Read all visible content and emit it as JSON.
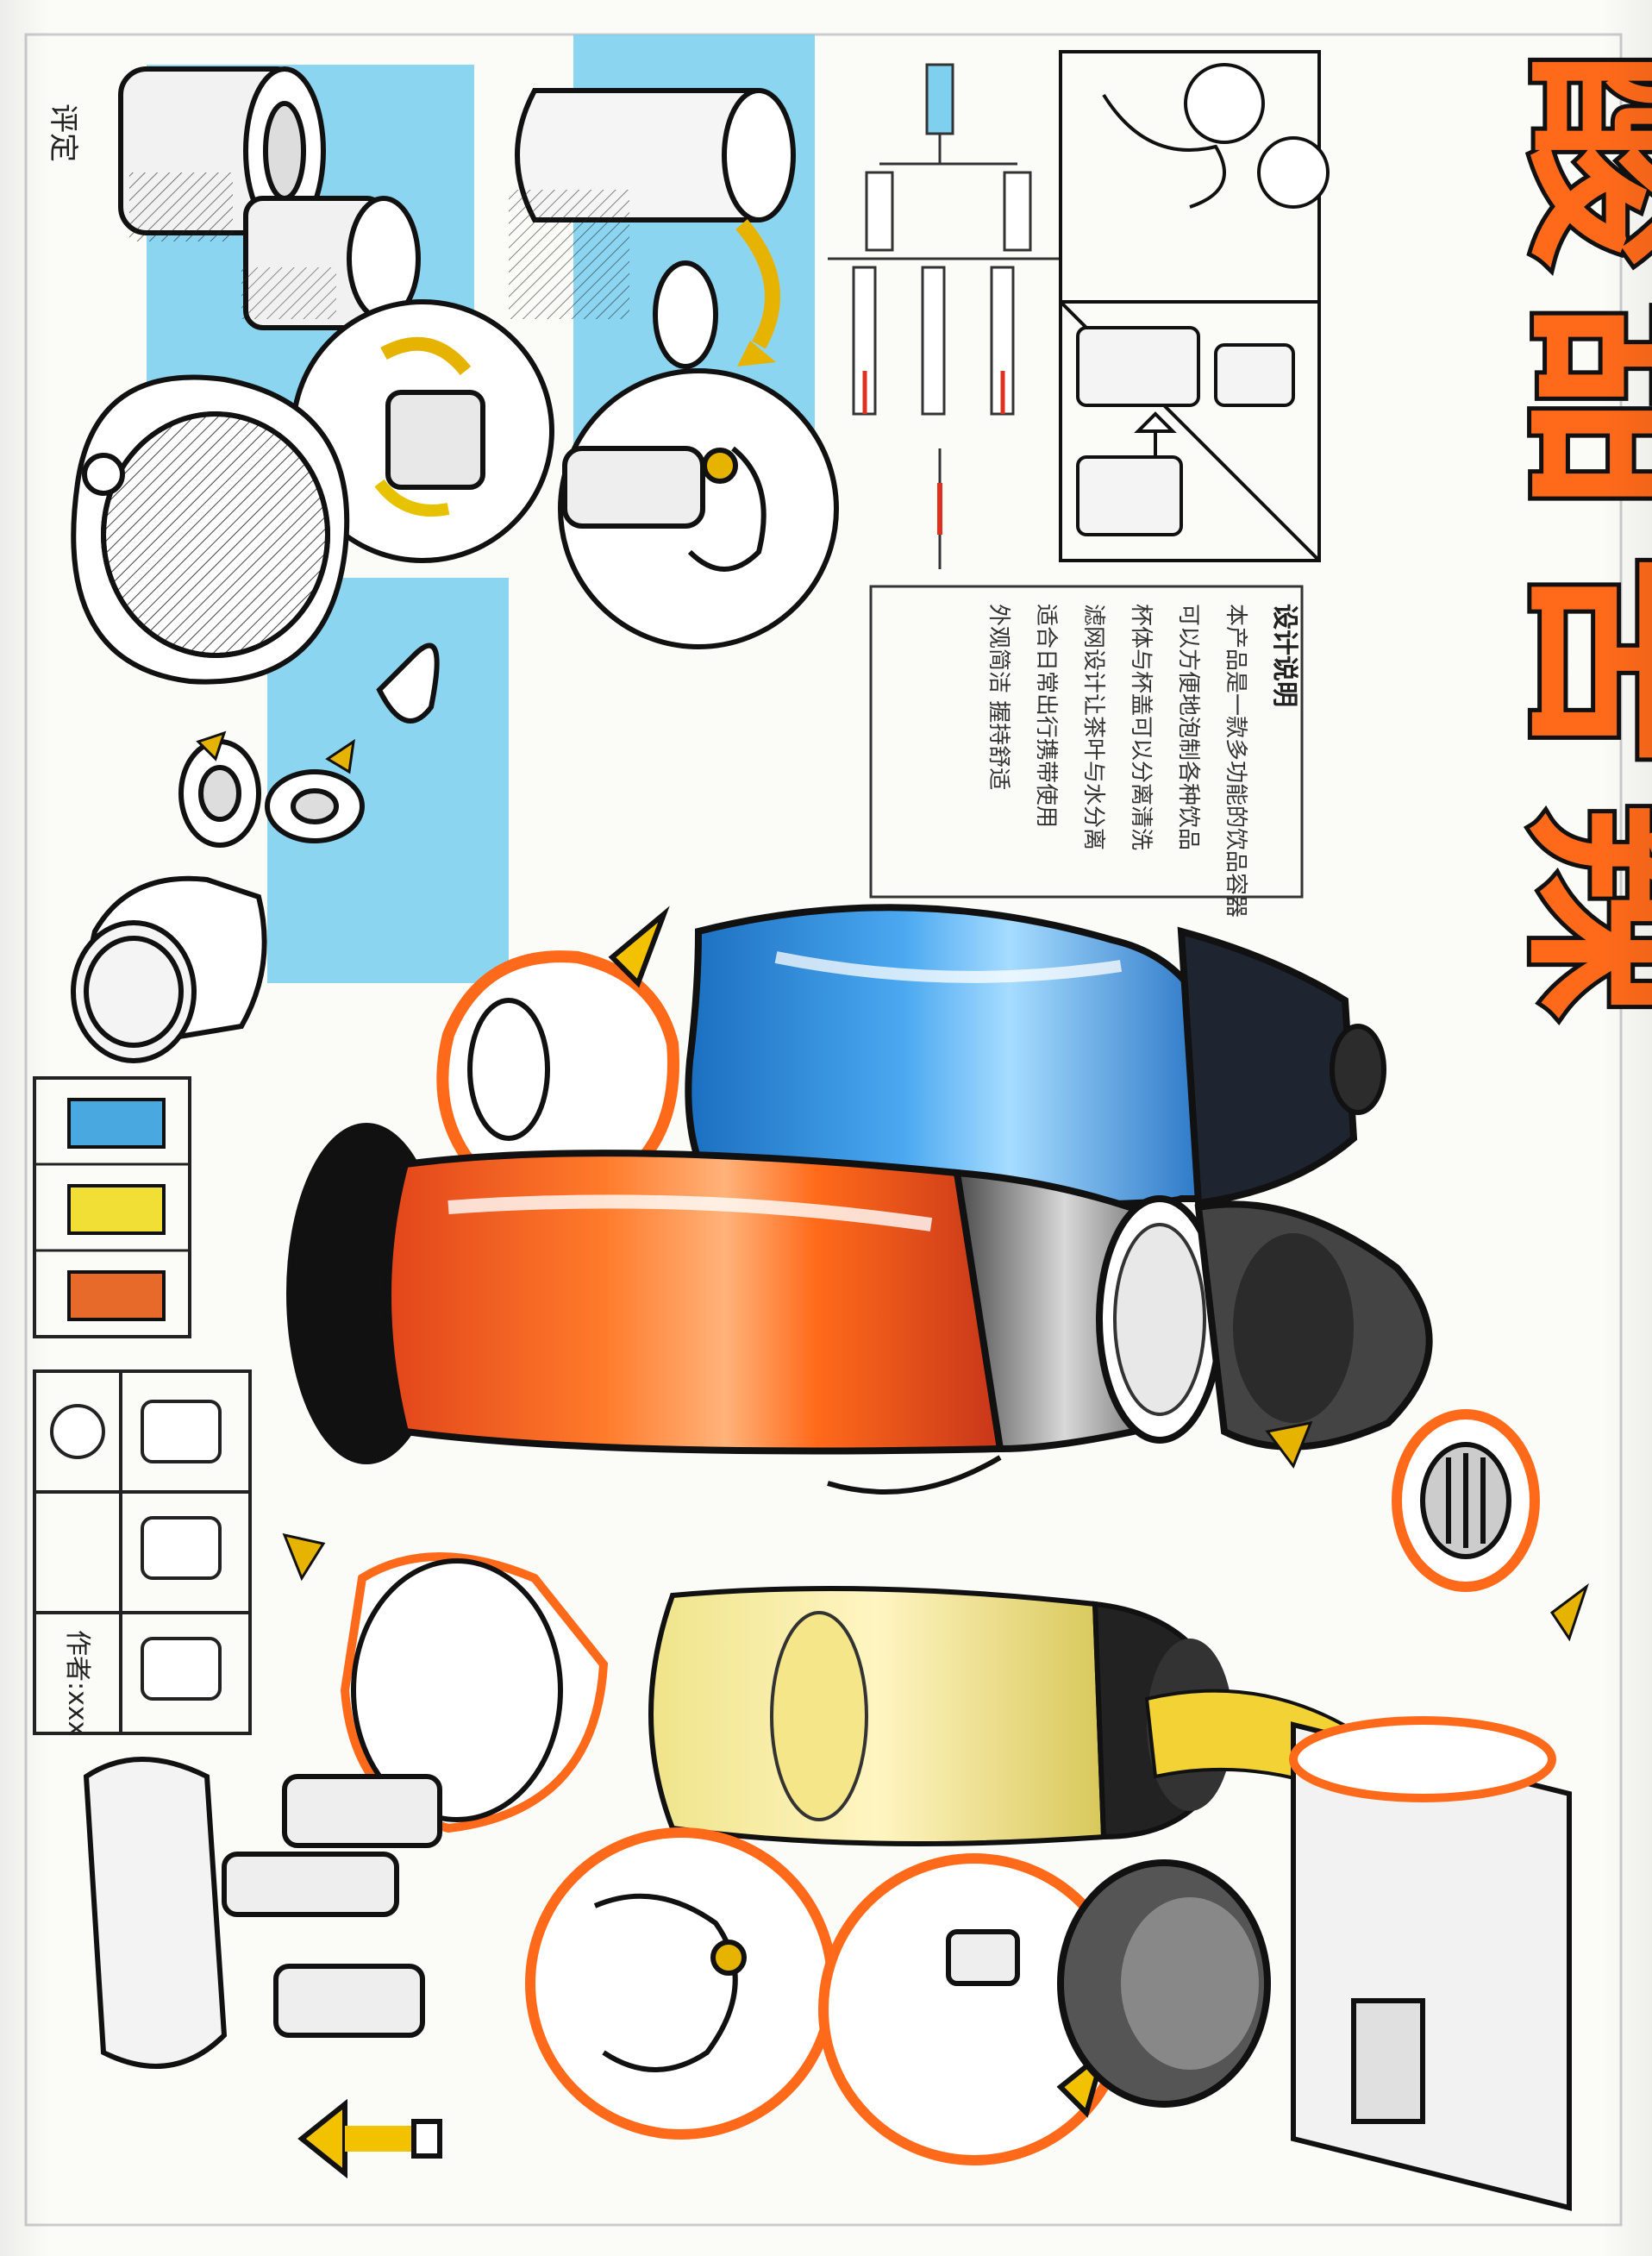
{
  "poster": {
    "title": "酸甜苦辣",
    "orientation": "rotated-90",
    "palette": {
      "accent_orange": "#ff6a1a",
      "accent_blue": "#2d8fe0",
      "panel_blue": "#7fd0ef",
      "ink": "#111111",
      "yellow_marker": "#ffd400",
      "paper": "#fbfbf8"
    }
  },
  "corner_notes": {
    "top_left": "评定",
    "signature": "作者:xxx"
  },
  "diagram": {
    "nodes": [
      "",
      "",
      "",
      "",
      ""
    ]
  },
  "text_block": {
    "heading": "设计说明",
    "lines": [
      "本产品是一款多功能的饮品容器",
      "可以方便地泡制各种饮品",
      "杯体与杯盖可以分离清洗",
      "滤网设计让茶叶与水分离",
      "适合日常出行携带使用",
      "外观简洁  握持舒适"
    ]
  },
  "color_swatches": [
    "#4aa8e0",
    "#f2df35",
    "#e86a2a"
  ],
  "legend": {
    "arrow_icon": "arrow-icon"
  }
}
